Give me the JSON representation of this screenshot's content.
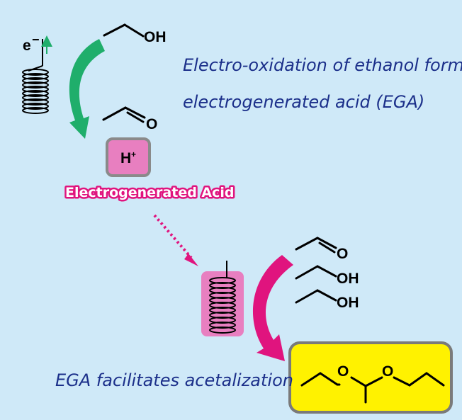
{
  "captions": {
    "oxidation_line1": "Electro-oxidation of ethanol forms",
    "oxidation_line2": "electrogenerated acid (EGA)",
    "acetalization": "EGA facilitates acetalization"
  },
  "labels": {
    "electron": "e",
    "electron_sup": "−",
    "proton": "H",
    "proton_sup": "+",
    "ega": "Electrogenerated Acid"
  },
  "atoms": {
    "hydroxyl": "OH",
    "oxygen": "O"
  },
  "icons": {
    "electrode_top": "coil-electrode-icon",
    "electrode_bottom": "coil-electrode-icon"
  },
  "colors": {
    "background": "#cfe9f8",
    "caption": "#1b2f8a",
    "green_arrow": "#1fae6b",
    "magenta_arrow": "#e0147e",
    "proton_box": "#e87fc0",
    "product_box": "#fff200"
  }
}
